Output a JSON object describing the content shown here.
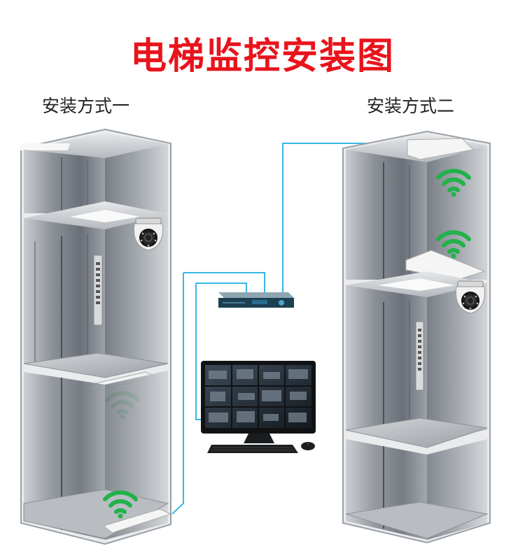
{
  "title": "电梯监控安装图",
  "label_left": "安装方式一",
  "label_right": "安装方式二",
  "colors": {
    "title": "#e8141c",
    "cable": "#38b6e8",
    "signal": "#21b24b",
    "steel_dark": "#5c6068",
    "steel_light": "#b7bcc2",
    "frame": "#9aa0a6"
  },
  "icons": [
    "dome-camera-icon",
    "wireless-bridge-icon",
    "wifi-signal-icon",
    "nvr-recorder-icon",
    "monitor-icon",
    "keyboard-icon",
    "mouse-icon"
  ]
}
